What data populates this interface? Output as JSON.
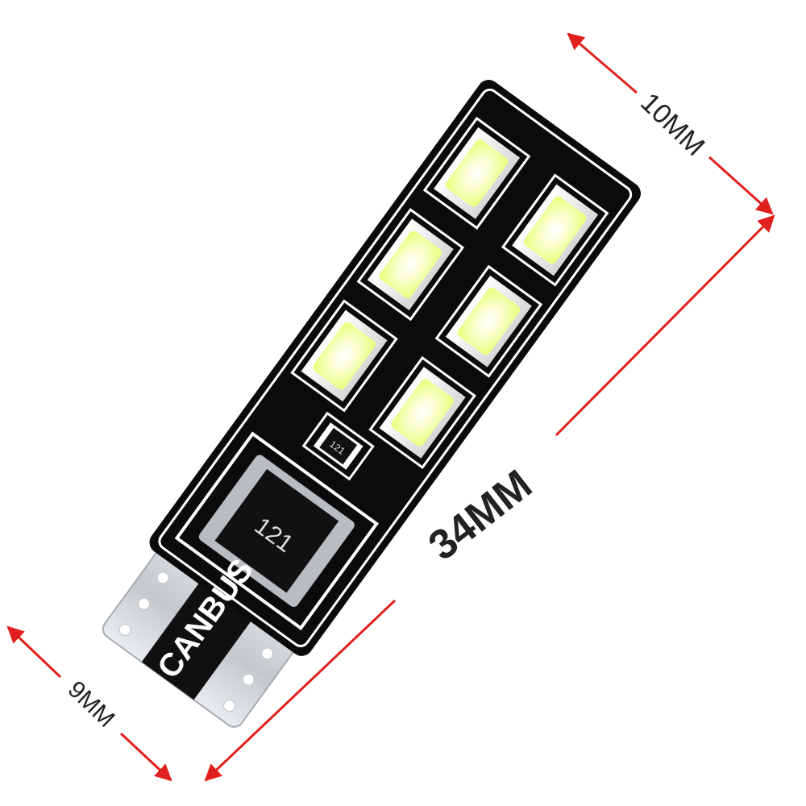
{
  "product": {
    "board_label": "CANBUS",
    "big_resistor_code": "121",
    "small_resistor_code": "121",
    "led_count": 6
  },
  "dimensions": {
    "length": "34MM",
    "top_width": "10MM",
    "bottom_width": "9MM",
    "line_color": "#e0201c"
  },
  "colors": {
    "pcb": "#0b0b0b",
    "led_glow": "#f7ffb0",
    "led_core": "#ffffff",
    "metal": "#cfd2d6",
    "text_dark": "#222222",
    "text_light": "#ffffff"
  }
}
